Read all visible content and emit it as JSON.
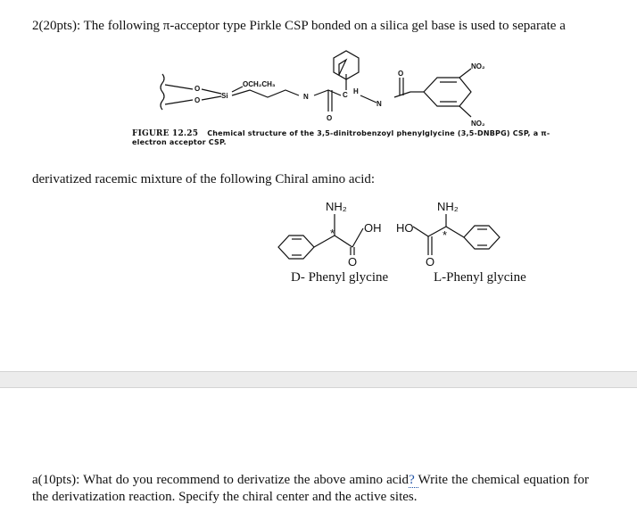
{
  "question": {
    "intro_line1": "2(20pts): The following π-acceptor type Pirkle CSP bonded on a silica gel base is used to separate a",
    "intro_line2": "derivatized racemic mixture of the following Chiral amino acid:"
  },
  "figure": {
    "caption_label": "FIGURE 12.25",
    "caption_text": "Chemical structure of the 3,5-dinitrobenzoyl phenylglycine (3,5-DNBPG) CSP, a π-electron acceptor CSP.",
    "labels": {
      "si": "Si",
      "o": "O",
      "och2ch3": "OCH₂CH₃",
      "nh": "N",
      "h": "H",
      "c": "C",
      "no2_top": "NO₂",
      "no2_bottom": "NO₂"
    }
  },
  "amino_acids": {
    "nh2": "NH₂",
    "oh": "OH",
    "ho": "HO",
    "o": "O",
    "star": "*",
    "d_label": "D- Phenyl glycine",
    "l_label": "L-Phenyl glycine"
  },
  "part_a": {
    "text_before": "a(10pts): What do you recommend to derivatize the above amino acid",
    "link_text": "? ",
    "text_after": " Write the chemical equation for the derivatization reaction. Specify the chiral center and the active sites."
  }
}
